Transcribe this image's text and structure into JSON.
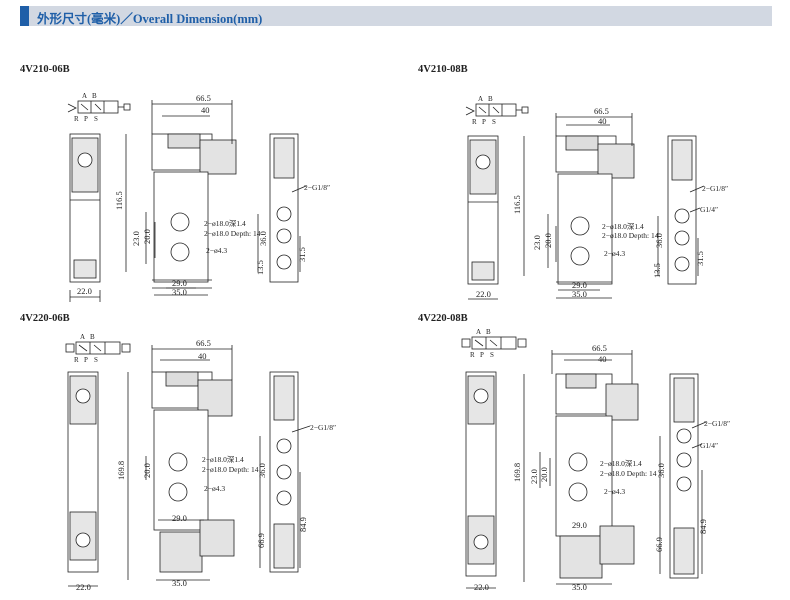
{
  "header": {
    "title": "外形尺寸(毫米)／Overall  Dimension(mm)"
  },
  "symbol": {
    "port_a": "A",
    "port_b": "B",
    "port_r": "R",
    "port_p": "P",
    "port_s": "S"
  },
  "diagrams": [
    {
      "model": "4V210-06B",
      "dims": {
        "total_width": "66.5",
        "inner_width": "40",
        "height": "116.5",
        "left_width": "22.0",
        "bottom_width": "35.0",
        "mid_width": "29.0",
        "dim_23": "23.0",
        "dim_20": "20.0",
        "side_36": "36.0",
        "side_31": "31.5",
        "side_13": "13.5"
      },
      "notes": {
        "mount_hole": "2−ø18.0深1.4",
        "mount_hole_depth": "2−ø18.0 Depth: 14",
        "small_hole": "2−ø4.3",
        "port_thread": "2−G1/8″"
      }
    },
    {
      "model": "4V210-08B",
      "dims": {
        "total_width": "66.5",
        "inner_width": "40",
        "height": "116.5",
        "left_width": "22.0",
        "bottom_width": "35.0",
        "mid_width": "29.0",
        "dim_23": "23.0",
        "dim_20": "20.0",
        "side_36": "36.0",
        "side_31": "31.5",
        "side_13": "13.5"
      },
      "notes": {
        "mount_hole": "2−ø18.0深1.4",
        "mount_hole_depth": "2−ø18.0 Depth: 14",
        "small_hole": "2−ø4.3",
        "port_thread": "2−G1/8″",
        "port_thread_b": "G1/4″"
      }
    },
    {
      "model": "4V220-06B",
      "dims": {
        "total_width": "66.5",
        "inner_width": "40",
        "height": "169.8",
        "left_width": "22.0",
        "bottom_width": "35.0",
        "mid_width": "29.0",
        "dim_20": "20.0",
        "side_36": "36.0",
        "side_84": "84.9",
        "side_66": "66.9"
      },
      "notes": {
        "mount_hole": "2−ø18.0深1.4",
        "mount_hole_depth": "2−ø18.0 Depth: 14",
        "small_hole": "2−ø4.3",
        "port_thread": "2−G1/8″"
      }
    },
    {
      "model": "4V220-08B",
      "dims": {
        "total_width": "66.5",
        "inner_width": "40",
        "height": "169.8",
        "left_width": "22.0",
        "bottom_width": "35.0",
        "mid_width": "29.0",
        "dim_23": "23.0",
        "dim_20": "20.0",
        "side_36": "36.0",
        "side_84": "84.9",
        "side_66": "66.9"
      },
      "notes": {
        "mount_hole": "2−ø18.0深1.4",
        "mount_hole_depth": "2−ø18.0 Depth: 14",
        "small_hole": "2−ø4.3",
        "port_thread": "2−G1/8″",
        "port_thread_b": "G1/4″"
      }
    }
  ]
}
